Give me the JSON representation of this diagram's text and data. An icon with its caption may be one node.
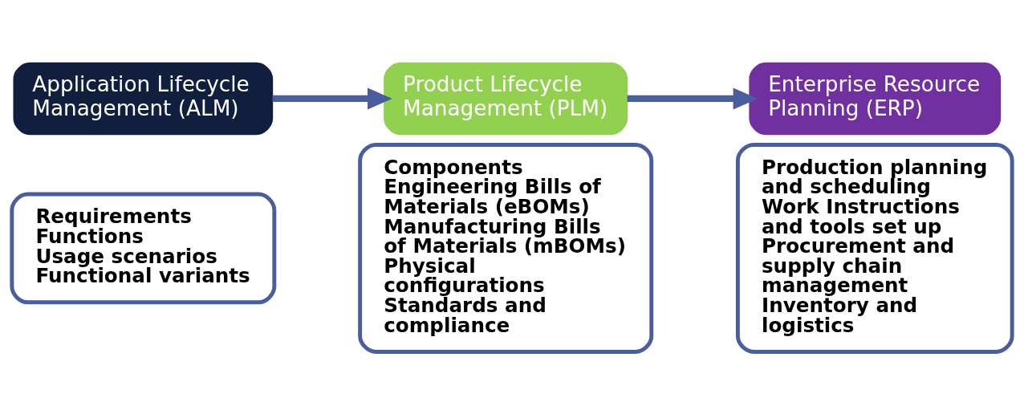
{
  "diagram": {
    "nodes": [
      {
        "text": [
          "Application Lifecycle Management (ALM)"
        ]
      },
      {
        "text": [
          "Requirements",
          "Functions",
          "Usage scenarios",
          "Functional variants"
        ]
      },
      {
        "text": [
          "Product Lifecycle Management (PLM)"
        ]
      },
      {
        "text": [
          "Components",
          "Engineering Bills of Materials (eBOMs)",
          "Manufacturing Bills of Materials (mBOMs)",
          "Physical configurations",
          "Standards and compliance"
        ]
      },
      {
        "text": [
          "Enterprise Resource Planning (ERP)"
        ]
      },
      {
        "text": [
          "Production planning and scheduling",
          "Work Instructions and tools set up",
          "Procurement and supply chain management",
          "Inventory and logistics"
        ]
      }
    ],
    "edges": [
      {
        "from": 0,
        "to": 2,
        "arrow": "to"
      },
      {
        "from": 2,
        "to": 4,
        "arrow": "to"
      }
    ]
  }
}
